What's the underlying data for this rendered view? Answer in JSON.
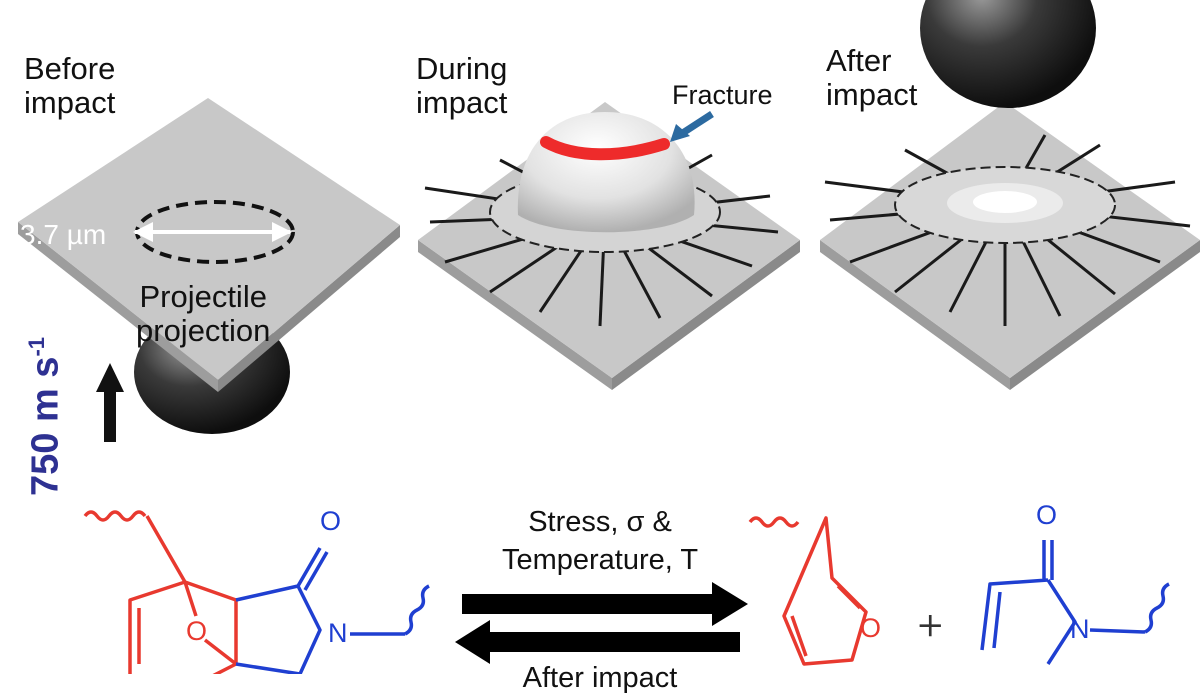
{
  "panels": [
    {
      "label": "Before\nimpact"
    },
    {
      "label": "During\nimpact",
      "callout": "Fracture"
    },
    {
      "label": "After\nimpact"
    }
  ],
  "dimension_label": "3.7 µm",
  "projectile_label": "Projectile\nprojection",
  "velocity_label": "750 m s",
  "velocity_exponent": "-1",
  "reaction": {
    "forward_condition_line1": "Stress, σ &",
    "forward_condition_line2": "Temperature, T",
    "reverse_condition": "After impact",
    "plus": "+",
    "atoms": {
      "O": "O",
      "N": "N"
    }
  },
  "colors": {
    "furan": "#e8392f",
    "maleimide": "#1f3fd1",
    "velocity": "#2e3192",
    "fracture": "#ee2b2b",
    "arrow_callout": "#2c6aa0",
    "plate": "#c8c8c8"
  }
}
